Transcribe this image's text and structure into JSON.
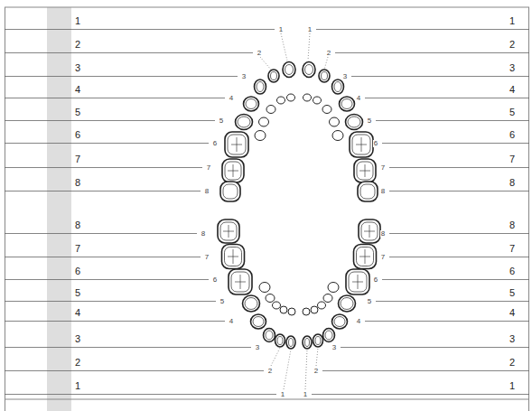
{
  "diagram": {
    "labels": [
      "1",
      "1",
      "1",
      "1",
      "2",
      "2",
      "2",
      "2",
      "3",
      "3",
      "3",
      "3",
      "4",
      "4",
      "4",
      "4",
      "5",
      "5",
      "5",
      "5",
      "6",
      "6",
      "6",
      "6",
      "7",
      "7",
      "7",
      "7",
      "8",
      "8",
      "8",
      "8",
      "8",
      "8",
      "8",
      "8",
      "7",
      "7",
      "7",
      "7",
      "6",
      "6",
      "6",
      "6",
      "5",
      "5",
      "5",
      "5",
      "4",
      "4",
      "4",
      "4",
      "3",
      "3",
      "3",
      "3",
      "2",
      "2",
      "2",
      "2",
      "1",
      "1",
      "1",
      "1"
    ]
  }
}
